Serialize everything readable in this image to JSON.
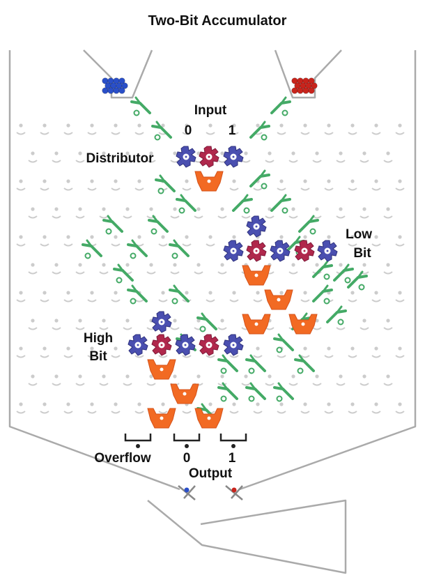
{
  "title": "Two-Bit Accumulator",
  "labels": {
    "input": "Input",
    "input_0": "0",
    "input_1": "1",
    "distributor": "Distributor",
    "low_bit_line1": "Low",
    "low_bit_line2": "Bit",
    "high_bit_line1": "High",
    "high_bit_line2": "Bit",
    "overflow": "Overflow",
    "output_0": "0",
    "output_1": "1",
    "output": "Output"
  },
  "colors": {
    "blue_ball": "#2a4fc8",
    "red_ball": "#c8241c",
    "blue_gear": "#4a4fb0",
    "red_gear": "#b0284c",
    "bit": "#f26a23",
    "ramp": "#44aa66",
    "crossover": "#222222",
    "frame": "#aaaaaa",
    "peg": "#cccccc"
  },
  "icons": {
    "blue_ball": "blue-ball-icon",
    "red_ball": "red-ball-icon",
    "blue_gear": "blue-gear-icon",
    "red_gear": "red-gear-icon",
    "bit": "bit-icon",
    "ramp": "ramp-icon",
    "crossover": "crossover-icon",
    "peg": "peg-icon"
  }
}
